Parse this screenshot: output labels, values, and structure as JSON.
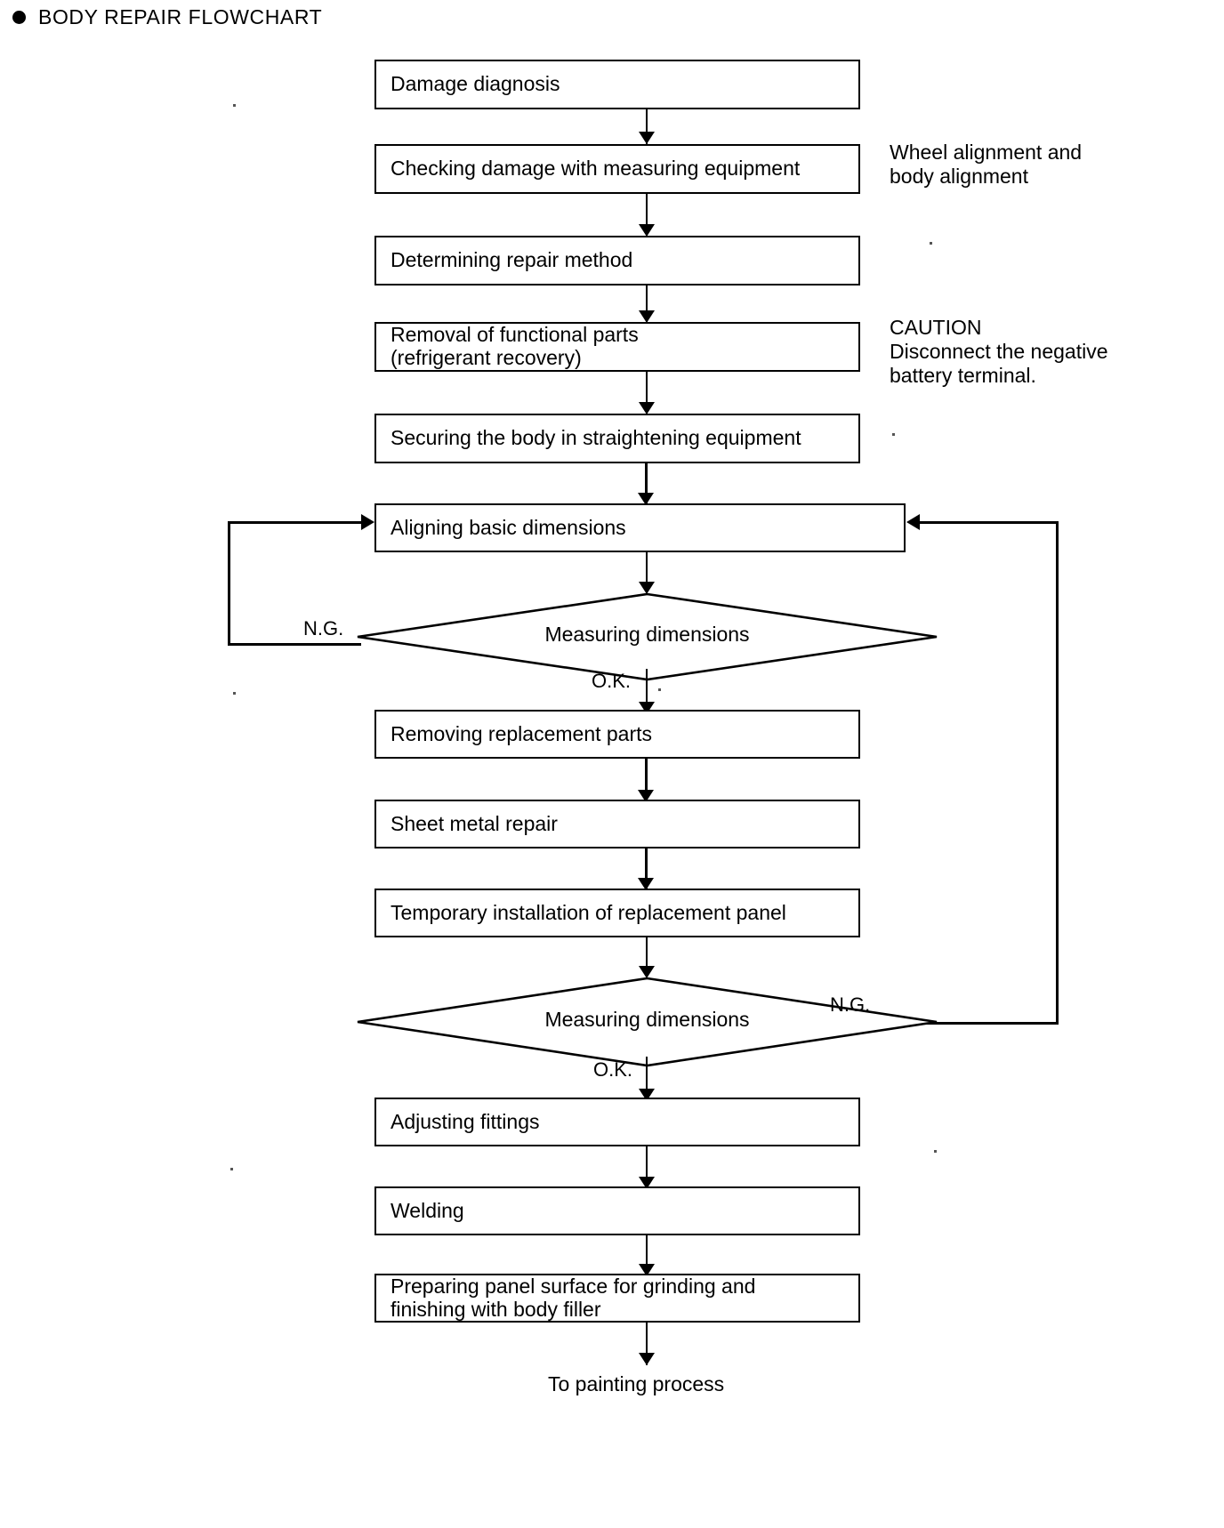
{
  "heading": {
    "bullet_icon": "filled-circle-bullet",
    "title": "BODY REPAIR FLOWCHART"
  },
  "chart_data": {
    "type": "flowchart",
    "title": "BODY REPAIR FLOWCHART",
    "nodes": [
      {
        "id": "n1",
        "shape": "process",
        "label": "Damage diagnosis"
      },
      {
        "id": "n2",
        "shape": "process",
        "label": "Checking damage with measuring equipment"
      },
      {
        "id": "n3",
        "shape": "process",
        "label": "Determining repair method"
      },
      {
        "id": "n4",
        "shape": "process",
        "label": "Removal of functional parts\n(refrigerant recovery)"
      },
      {
        "id": "n5",
        "shape": "process",
        "label": "Securing the body in straightening equipment"
      },
      {
        "id": "n6",
        "shape": "process",
        "label": "Aligning basic dimensions"
      },
      {
        "id": "d1",
        "shape": "decision",
        "label": "Measuring dimensions"
      },
      {
        "id": "n7",
        "shape": "process",
        "label": "Removing replacement parts"
      },
      {
        "id": "n8",
        "shape": "process",
        "label": "Sheet metal repair"
      },
      {
        "id": "n9",
        "shape": "process",
        "label": "Temporary installation of replacement panel"
      },
      {
        "id": "d2",
        "shape": "decision",
        "label": "Measuring dimensions"
      },
      {
        "id": "n10",
        "shape": "process",
        "label": "Adjusting fittings"
      },
      {
        "id": "n11",
        "shape": "process",
        "label": "Welding"
      },
      {
        "id": "n12",
        "shape": "process",
        "label": "Preparing panel surface for grinding and\nfinishing with body filler"
      },
      {
        "id": "end",
        "shape": "terminal",
        "label": "To painting process"
      }
    ],
    "edges": [
      {
        "from": "n1",
        "to": "n2",
        "label": ""
      },
      {
        "from": "n2",
        "to": "n3",
        "label": ""
      },
      {
        "from": "n3",
        "to": "n4",
        "label": ""
      },
      {
        "from": "n4",
        "to": "n5",
        "label": ""
      },
      {
        "from": "n5",
        "to": "n6",
        "label": ""
      },
      {
        "from": "n6",
        "to": "d1",
        "label": ""
      },
      {
        "from": "d1",
        "to": "n6",
        "label": "N.G."
      },
      {
        "from": "d1",
        "to": "n7",
        "label": "O.K."
      },
      {
        "from": "n7",
        "to": "n8",
        "label": ""
      },
      {
        "from": "n8",
        "to": "n9",
        "label": ""
      },
      {
        "from": "n9",
        "to": "d2",
        "label": ""
      },
      {
        "from": "d2",
        "to": "n6",
        "label": "N.G."
      },
      {
        "from": "d2",
        "to": "n10",
        "label": "O.K."
      },
      {
        "from": "n10",
        "to": "n11",
        "label": ""
      },
      {
        "from": "n11",
        "to": "n12",
        "label": ""
      },
      {
        "from": "n12",
        "to": "end",
        "label": ""
      }
    ],
    "annotations": [
      {
        "attached_to": "n2",
        "text": "Wheel alignment and\nbody alignment"
      },
      {
        "attached_to": "n4",
        "text": "CAUTION\nDisconnect the negative\nbattery terminal."
      }
    ]
  },
  "edge_labels": {
    "ng_1": "N.G.",
    "ok_1": "O.K.",
    "ng_2": "N.G.",
    "ok_2": "O.K."
  },
  "notes": {
    "wheel_alignment": "Wheel alignment and\nbody alignment",
    "caution": "CAUTION\nDisconnect the negative\nbattery terminal."
  },
  "terminal": {
    "to_painting": "To painting process"
  }
}
